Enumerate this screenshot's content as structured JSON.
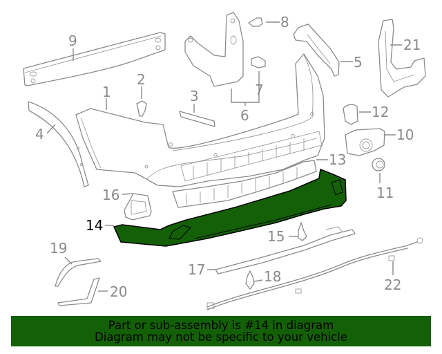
{
  "diagram": {
    "highlighted_part": "14",
    "highlight_color": "#136007",
    "line_color": "#8a8a8a",
    "callouts": [
      {
        "num": "1",
        "label": "1"
      },
      {
        "num": "2",
        "label": "2"
      },
      {
        "num": "3",
        "label": "3"
      },
      {
        "num": "4",
        "label": "4"
      },
      {
        "num": "5",
        "label": "5"
      },
      {
        "num": "6",
        "label": "6"
      },
      {
        "num": "7",
        "label": "7"
      },
      {
        "num": "8",
        "label": "8"
      },
      {
        "num": "9",
        "label": "9"
      },
      {
        "num": "10",
        "label": "10"
      },
      {
        "num": "11",
        "label": "11"
      },
      {
        "num": "12",
        "label": "12"
      },
      {
        "num": "13",
        "label": "13"
      },
      {
        "num": "14",
        "label": "14"
      },
      {
        "num": "15",
        "label": "15"
      },
      {
        "num": "16",
        "label": "16"
      },
      {
        "num": "17",
        "label": "17"
      },
      {
        "num": "18",
        "label": "18"
      },
      {
        "num": "19",
        "label": "19"
      },
      {
        "num": "20",
        "label": "20"
      },
      {
        "num": "21",
        "label": "21"
      },
      {
        "num": "22",
        "label": "22"
      }
    ]
  },
  "banner": {
    "line1": "Part or sub-assembly is #14 in diagram",
    "line2": "Diagram may not be specific to your vehicle",
    "background": "#136007"
  }
}
